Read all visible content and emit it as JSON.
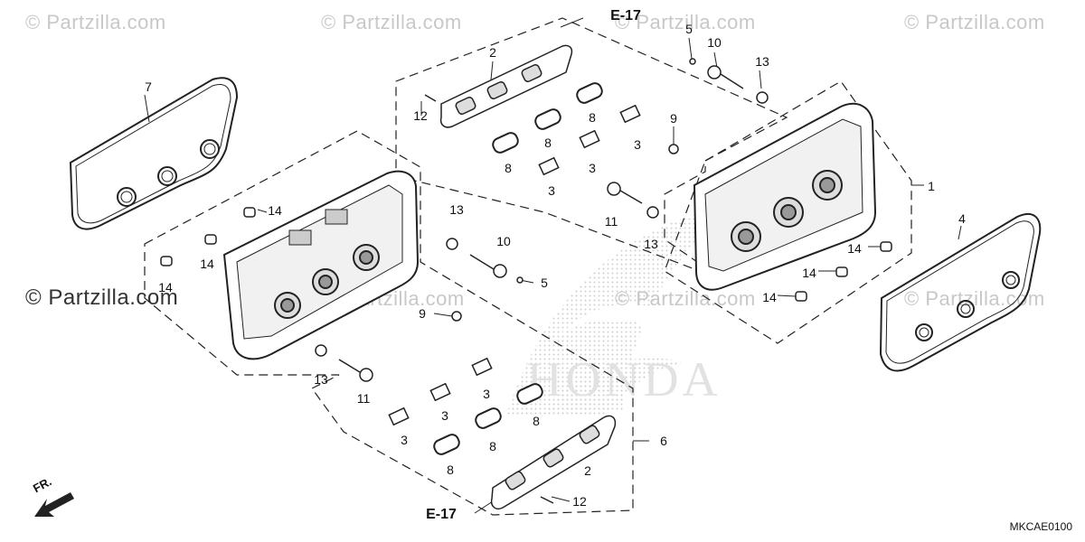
{
  "watermarks": {
    "top": [
      "© Partzilla.com",
      "© Partzilla.com",
      "© Partzilla.com",
      "© Partzilla.com"
    ],
    "side": "© Partzilla.com",
    "faint": [
      "© Partzilla.com",
      "© Partzilla.com",
      "© Partzilla.com"
    ]
  },
  "brand_text": "HONDA",
  "direction_label": "FR.",
  "diagram_code": "MKCAE0100",
  "refs": {
    "upper": "E-17",
    "lower": "E-17"
  },
  "callouts": [
    "1",
    "2",
    "3",
    "3",
    "3",
    "3",
    "4",
    "5",
    "5",
    "6",
    "7",
    "8",
    "8",
    "8",
    "8",
    "8",
    "8",
    "9",
    "9",
    "10",
    "10",
    "11",
    "11",
    "12",
    "12",
    "13",
    "13",
    "13",
    "13",
    "14",
    "14",
    "14",
    "14",
    "14",
    "14",
    "2",
    "3",
    "3",
    "3"
  ]
}
